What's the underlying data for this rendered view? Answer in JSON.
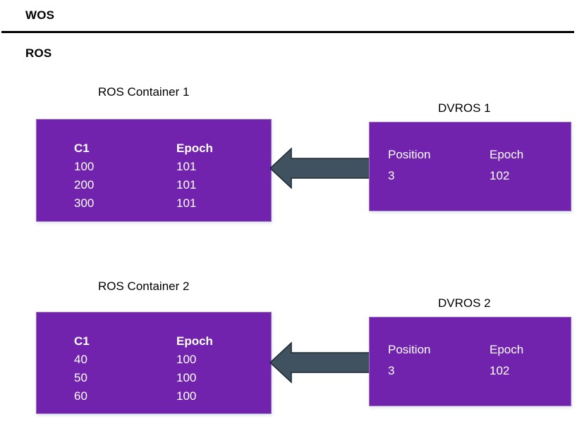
{
  "diagram": {
    "layers": {
      "top_label": "WOS",
      "bottom_label": "ROS"
    },
    "colors": {
      "box_fill": "#7223AE",
      "box_text": "#FFFFFF",
      "arrow_fill": "#40525F",
      "arrow_stroke": "#1B2730",
      "divider": "#000000",
      "caption_text": "#000000"
    },
    "ros_containers": [
      {
        "caption": "ROS Container 1",
        "columns": [
          "C1",
          "Epoch"
        ],
        "rows": [
          [
            "100",
            "101"
          ],
          [
            "200",
            "101"
          ],
          [
            "300",
            "101"
          ]
        ]
      },
      {
        "caption": "ROS Container 2",
        "columns": [
          "C1",
          "Epoch"
        ],
        "rows": [
          [
            "40",
            "100"
          ],
          [
            "50",
            "100"
          ],
          [
            "60",
            "100"
          ]
        ]
      }
    ],
    "dvros_boxes": [
      {
        "caption": "DVROS 1",
        "fields": [
          {
            "label": "Position",
            "value": "3"
          },
          {
            "label": "Epoch",
            "value": "102"
          }
        ]
      },
      {
        "caption": "DVROS 2",
        "fields": [
          {
            "label": "Position",
            "value": "3"
          },
          {
            "label": "Epoch",
            "value": "102"
          }
        ]
      }
    ],
    "arrows": [
      {
        "name": "dvros-1-to-ros-container-1",
        "direction": "left"
      },
      {
        "name": "dvros-2-to-ros-container-2",
        "direction": "left"
      }
    ]
  }
}
